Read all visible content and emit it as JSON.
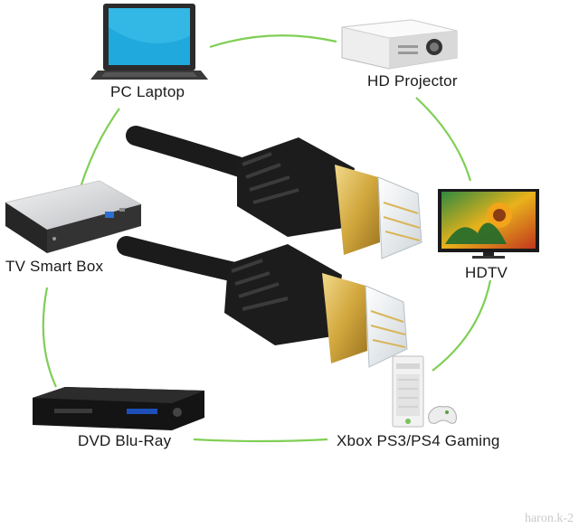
{
  "devices": [
    {
      "id": "pc-laptop",
      "label": "PC Laptop",
      "icon": "laptop-icon"
    },
    {
      "id": "hd-projector",
      "label": "HD Projector",
      "icon": "projector-icon"
    },
    {
      "id": "tv-smart-box",
      "label": "TV Smart Box",
      "icon": "set-top-box-icon"
    },
    {
      "id": "hdtv",
      "label": "HDTV",
      "icon": "tv-icon"
    },
    {
      "id": "dvd-blu-ray",
      "label": "DVD Blu-Ray",
      "icon": "dvd-player-icon"
    },
    {
      "id": "xbox-gaming",
      "label": "Xbox PS3/PS4 Gaming",
      "icon": "game-console-icon"
    }
  ],
  "center_image": "ethernet-cable-icon",
  "watermark": "haron.k-2",
  "colors": {
    "ring": "#7fcf55",
    "cable": "#1b1b1b",
    "connector_gold": "#d9b44a",
    "background": "#ffffff"
  }
}
